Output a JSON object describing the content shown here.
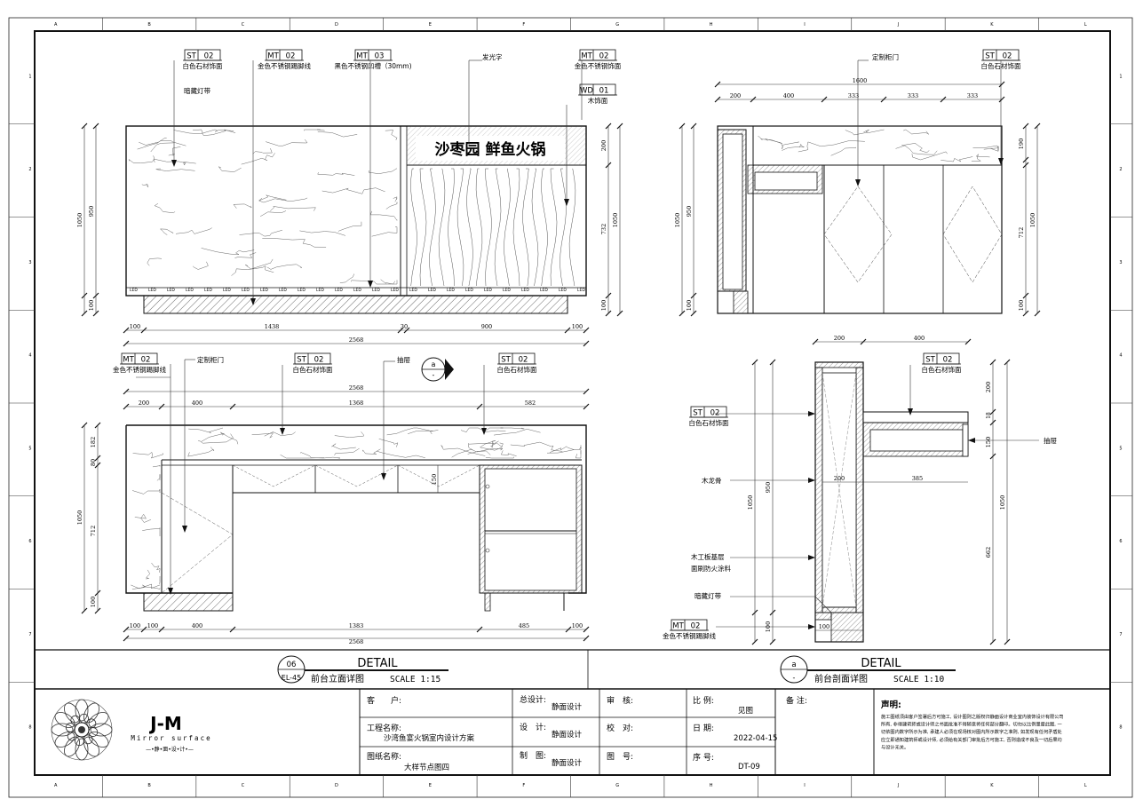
{
  "grid": {
    "columns": [
      "A",
      "B",
      "C",
      "D",
      "E",
      "F",
      "G",
      "H",
      "I",
      "J",
      "K",
      "L"
    ],
    "rows": [
      "1",
      "2",
      "3",
      "4",
      "5",
      "6",
      "7",
      "8"
    ]
  },
  "elevation": {
    "signboard_text": "沙枣园   鲜鱼火锅",
    "led_label": "LED",
    "tags": [
      {
        "code": "ST",
        "num": "02",
        "desc": "白色石材饰面"
      },
      {
        "code": "MT",
        "num": "02",
        "desc": "金色不锈钢踢脚线"
      },
      {
        "code": "MT",
        "num": "03",
        "desc": "黑色不锈钢凹槽（30mm)"
      },
      {
        "code": "MT",
        "num": "02",
        "desc": "金色不锈钢饰面"
      },
      {
        "code": "WD",
        "num": "01",
        "desc": "木饰面"
      }
    ],
    "notes": {
      "hidden_light": "暗藏灯带",
      "glow_text": "发光字"
    },
    "dims_bottom": [
      "100",
      "1438",
      "30",
      "900",
      "100",
      "2568"
    ],
    "dims_left_outer": "1050",
    "dims_left_inner": "950",
    "dims_left_base": "100",
    "dims_right": [
      "200",
      "732",
      "100",
      "1050"
    ]
  },
  "side_view": {
    "note_cabinet": "定制柜门",
    "tag": {
      "code": "ST",
      "num": "02",
      "desc": "白色石材饰面"
    },
    "dims_top_total": "1600",
    "dims_top": [
      "200",
      "400",
      "333",
      "333",
      "333"
    ],
    "dims_left": [
      "1050",
      "950",
      "100"
    ],
    "dims_right": [
      "190",
      "712",
      "100",
      "1050"
    ]
  },
  "plan": {
    "tags": [
      {
        "code": "MT",
        "num": "02",
        "desc": "金色不锈钢踢脚线"
      },
      {
        "code": "ST",
        "num": "02",
        "desc": "白色石材饰面"
      },
      {
        "code": "ST",
        "num": "02",
        "desc": "白色石材饰面"
      }
    ],
    "notes": {
      "cabinet": "定制柜门",
      "drawer": "抽屉"
    },
    "section_marker": {
      "top": "a",
      "bottom": "-"
    },
    "dims_top_total": "2568",
    "dims_top": [
      "200",
      "400",
      "1368",
      "582"
    ],
    "dims_left": [
      "182",
      "80",
      "712",
      "1050",
      "100"
    ],
    "dims_mid": "150",
    "dims_bottom": [
      "100",
      "100",
      "400",
      "1383",
      "485",
      "100"
    ],
    "dims_bottom_total": "2568"
  },
  "section": {
    "dims_top": [
      "200",
      "400"
    ],
    "tags": [
      {
        "code": "ST",
        "num": "02",
        "desc": "白色石材饰面"
      },
      {
        "code": "ST",
        "num": "02",
        "desc": "白色石材饰面"
      },
      {
        "code": "MT",
        "num": "02",
        "desc": "金色不锈钢踢脚线"
      }
    ],
    "notes": {
      "drawer": "抽屉",
      "keel": "木龙骨",
      "board1": "木工板基层",
      "board2": "面刷防火涂料",
      "light": "暗藏灯带"
    },
    "dims_inner": [
      "200",
      "385"
    ],
    "dims_right": [
      "200",
      "18",
      "150",
      "662",
      "1050"
    ],
    "dims_left": [
      "1050",
      "950",
      "100"
    ],
    "dims_bottom": "100"
  },
  "titles": {
    "left": {
      "num": "06",
      "ref": "EL-45",
      "heading": "DETAIL",
      "name": "前台立面详图",
      "scale": "SCALE 1:15"
    },
    "right": {
      "num": "a",
      "ref": "-",
      "heading": "DETAIL",
      "name": "前台剖面详图",
      "scale": "SCALE 1:10"
    }
  },
  "titleblock": {
    "logo_main": "J-M",
    "logo_sub": "Mirror surface",
    "logo_cn": "—•静•面•设•计•—",
    "client_label": "客　　户:",
    "project_label": "工程名称:",
    "project_value": "沙湾鱼宴火锅室内设计方案",
    "drawing_label": "图纸名称:",
    "drawing_value": "大样节点图四",
    "chief_label": "总设计:",
    "chief_value": "静面设计",
    "design_label": "设　计:",
    "design_value": "静面设计",
    "draft_label": "制　图:",
    "draft_value": "静面设计",
    "review_label": "审　核:",
    "check_label": "校　对:",
    "no_label": "图　号:",
    "scale_label": "比 例:",
    "scale_value": "见图",
    "date_label": "日 期:",
    "date_value": "2022-04-15",
    "seq_label": "序 号:",
    "seq_value": "DT-09",
    "remark_label": "备 注:",
    "statement_label": "声明:",
    "statement_lines": [
      "施工图纸须由客户签署后方可施工, 设计图则之版权归静面设计商业室内装饰设计有限公司",
      "所有, 非得建筑师或设计师之书面批准不得随意将任何部分翻印。切勿以比例量度此图, 一",
      "切依图内数字所示为准, 承建人必须在现场核对图内所示数字之准则, 如发现有任何矛盾处",
      "应立即通知建筑师或设计师, 必须给有关部门审批后方可施工, 否则造成不良及一切后果均",
      "与设计无关。"
    ]
  }
}
